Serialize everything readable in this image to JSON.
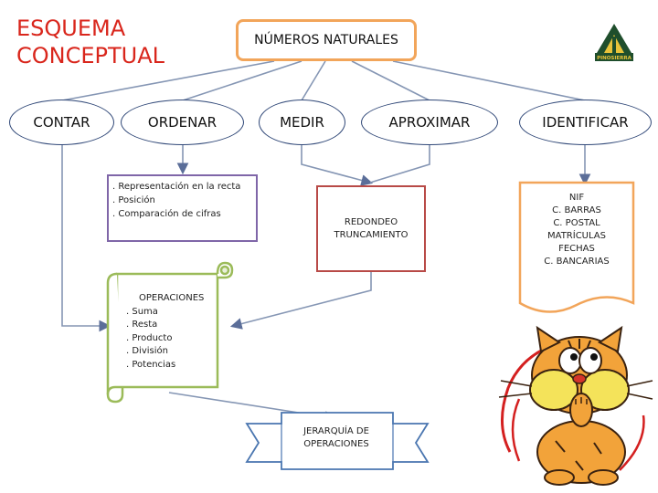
{
  "title": {
    "line1": "ESQUEMA",
    "line2": "CONCEPTUAL"
  },
  "root": {
    "label": "NÚMEROS NATURALES"
  },
  "branches": [
    {
      "label": "CONTAR"
    },
    {
      "label": "ORDENAR"
    },
    {
      "label": "MEDIR"
    },
    {
      "label": "APROXIMAR"
    },
    {
      "label": "IDENTIFICAR"
    }
  ],
  "ordenar_items": [
    ". Representación en la recta",
    ". Posición",
    ". Comparación de cifras"
  ],
  "aproximar_items": [
    "REDONDEO",
    "TRUNCAMIENTO"
  ],
  "identificar_items": [
    "NIF",
    "C. BARRAS",
    "C. POSTAL",
    "MATRÍCULAS",
    "FECHAS",
    "C. BANCARIAS"
  ],
  "operaciones": {
    "heading": "OPERACIONES",
    "items": [
      ". Suma",
      ". Resta",
      ". Producto",
      ". División",
      ". Potencias"
    ]
  },
  "jerarquia": {
    "line1": "JERARQUÍA DE",
    "line2": "OPERACIONES"
  },
  "logo": {
    "text": "PINOSIERRA"
  },
  "colors": {
    "title": "#d9261c",
    "root_border": "#f2a55a",
    "oval_border": "#2f4777",
    "ordenar_border": "#7f66a8",
    "aproximar_border": "#b84a47",
    "identificar_border": "#f2a55a",
    "scroll": "#9bbb59",
    "ribbon": "#4a76b0",
    "connector": "#8596b4"
  }
}
